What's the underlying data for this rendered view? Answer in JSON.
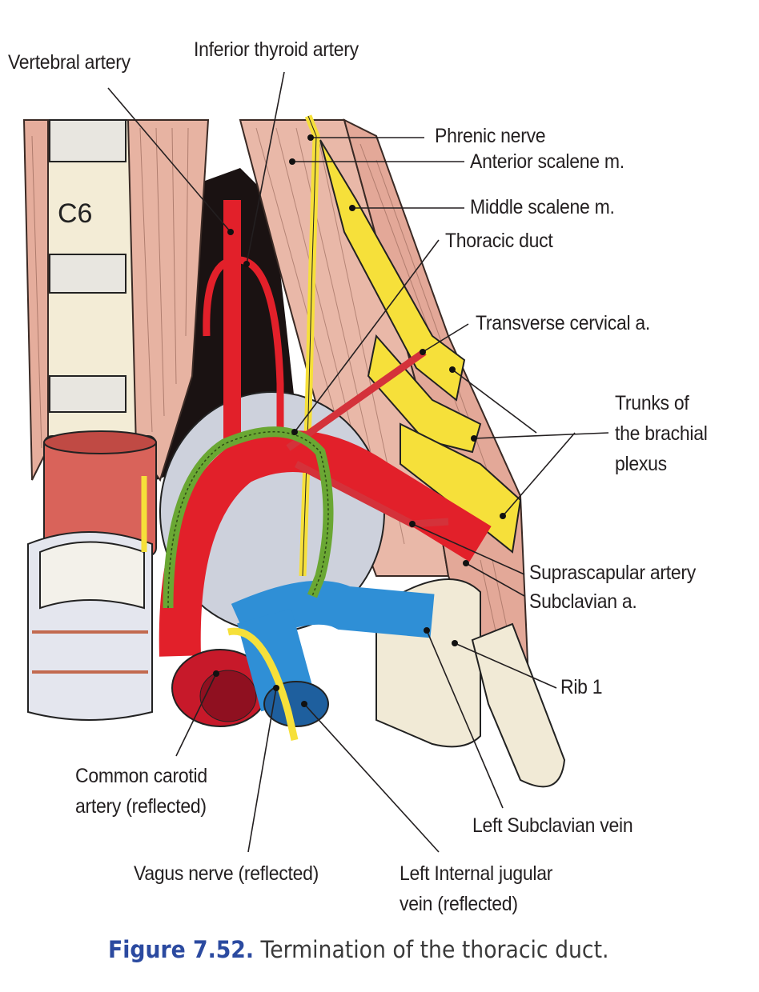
{
  "figure": {
    "number": "Figure 7.52.",
    "caption": "Termination of the thoracic duct.",
    "vertebra_label": "C6"
  },
  "labels": {
    "vertebral_artery": "Vertebral artery",
    "inferior_thyroid_artery": "Inferior thyroid artery",
    "phrenic_nerve": "Phrenic nerve",
    "anterior_scalene": "Anterior scalene m.",
    "middle_scalene": "Middle scalene m.",
    "thoracic_duct": "Thoracic duct",
    "transverse_cervical": "Transverse cervical a.",
    "trunks_line1": "Trunks of",
    "trunks_line2": "the brachial",
    "trunks_line3": "plexus",
    "suprascapular_artery": "Suprascapular artery",
    "subclavian_artery": "Subclavian a.",
    "rib1": "Rib 1",
    "common_carotid_line1": "Common carotid",
    "common_carotid_line2": "artery (reflected)",
    "left_subclavian_vein": "Left Subclavian vein",
    "vagus_nerve": "Vagus nerve (reflected)",
    "internal_jugular_line1": "Left Internal jugular",
    "internal_jugular_line2": "vein (reflected)"
  },
  "colors": {
    "artery": "#e2202a",
    "vein": "#2f8fd6",
    "nerve": "#f6e03a",
    "thoracic_duct": "#6aa733",
    "muscle": "#e9b8a8",
    "bone": "#f3ecd6",
    "caption_accent": "#2b4aa0"
  }
}
